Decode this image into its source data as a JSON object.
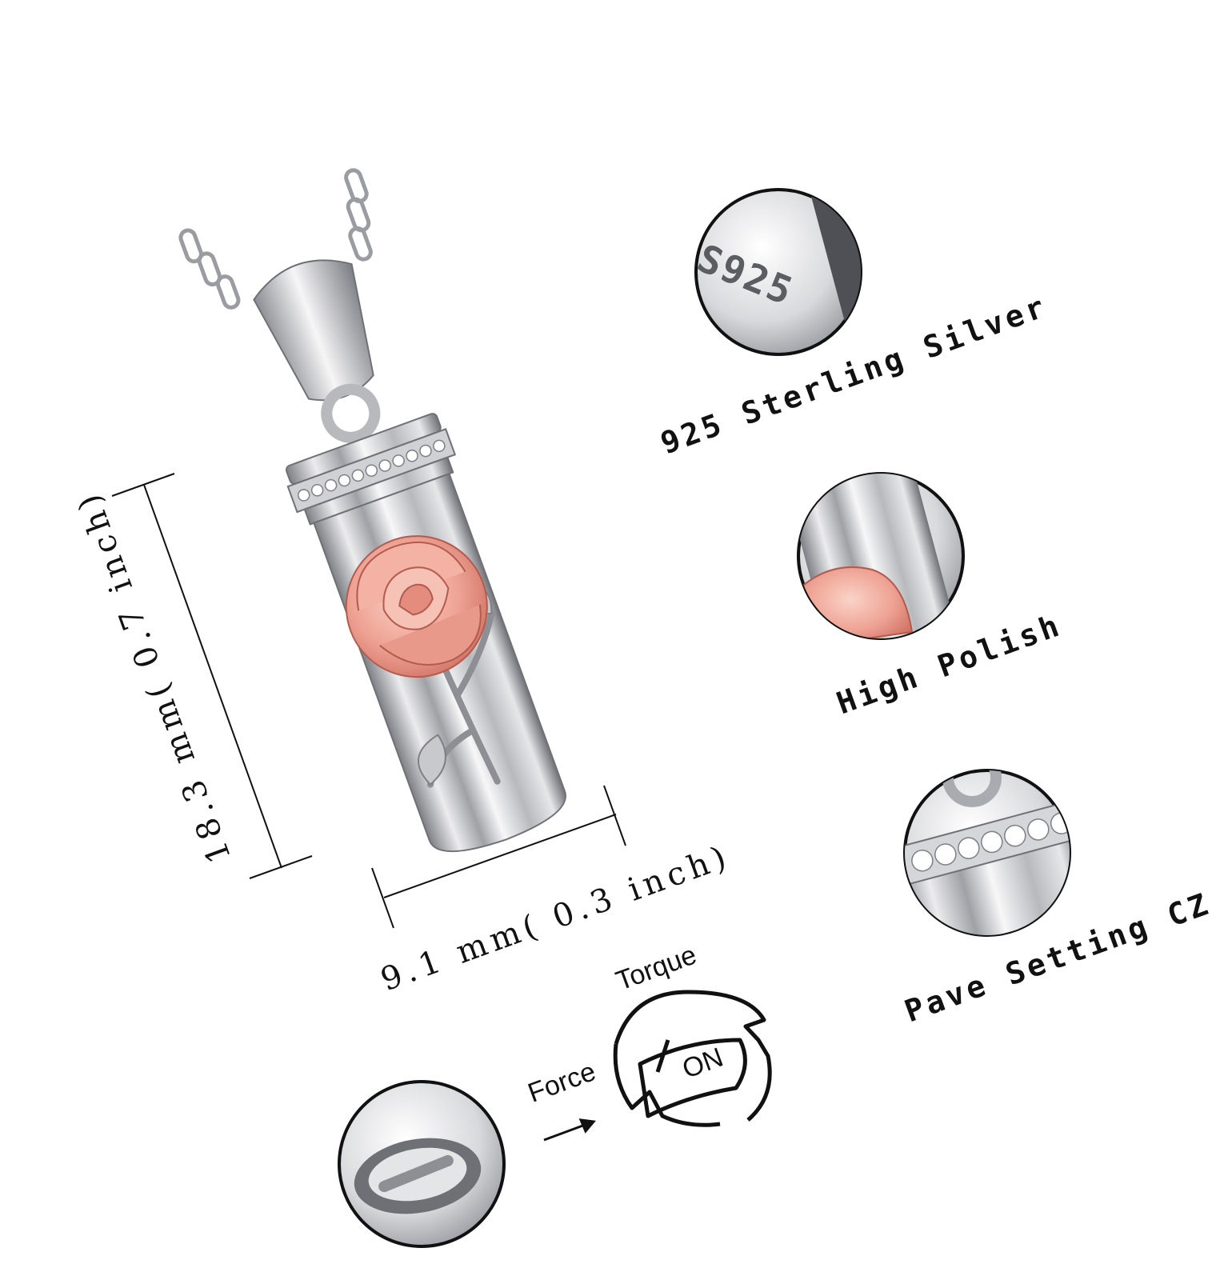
{
  "product": {
    "dimensions": {
      "height_text": "18.3 mm( 0.7 inch)",
      "width_text": "9.1 mm( 0.3 inch)"
    },
    "features": [
      {
        "stamp": "S925",
        "label": "925 Sterling Silver"
      },
      {
        "label": "High Polish"
      },
      {
        "label": "Pave Setting CZ"
      }
    ],
    "opening": {
      "torque_label": "Torque",
      "force_label": "Force",
      "on_label": "ON"
    }
  },
  "colors": {
    "silver": "#d9dadd",
    "silver_dark": "#8d8f94",
    "rose_gold": "#f2a89a",
    "rose_gold_dark": "#c9695c",
    "ink": "#111111"
  }
}
